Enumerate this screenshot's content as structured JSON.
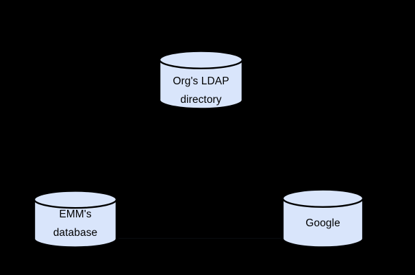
{
  "canvas": {
    "background": "#000000"
  },
  "diagram": {
    "type": "database-sync-diagram",
    "node_fill": "#d9e5fb",
    "node_stroke": "#000000",
    "text_color": "#000000",
    "nodes": {
      "ldap": {
        "lines": [
          "Org's LDAP",
          "directory"
        ]
      },
      "emm": {
        "lines": [
          "EMM's",
          "database"
        ]
      },
      "google": {
        "lines": [
          "Google"
        ]
      }
    },
    "connectors": [
      {
        "from": "emm",
        "to": "google",
        "visibility": "faint"
      }
    ]
  }
}
